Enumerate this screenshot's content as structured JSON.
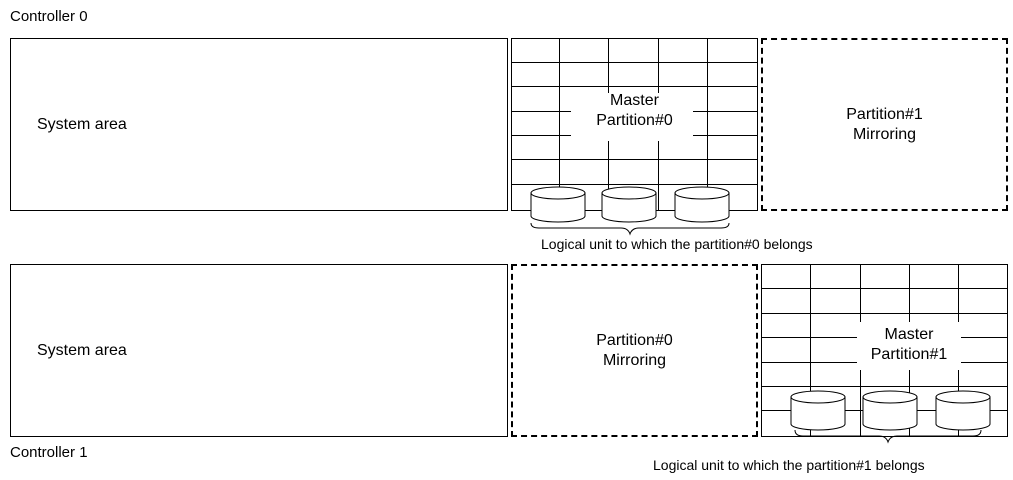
{
  "controller0": {
    "title": "Controller 0",
    "system_area": "System area",
    "master_line1": "Master",
    "master_line2": "Partition#0",
    "mirror_line1": "Partition#1",
    "mirror_line2": "Mirroring",
    "lu_caption": "Logical unit to which the partition#0 belongs"
  },
  "controller1": {
    "title": "Controller 1",
    "system_area": "System area",
    "mirror_line1": "Partition#0",
    "mirror_line2": "Mirroring",
    "master_line1": "Master",
    "master_line2": "Partition#1",
    "lu_caption": "Logical unit to which the partition#1 belongs"
  }
}
